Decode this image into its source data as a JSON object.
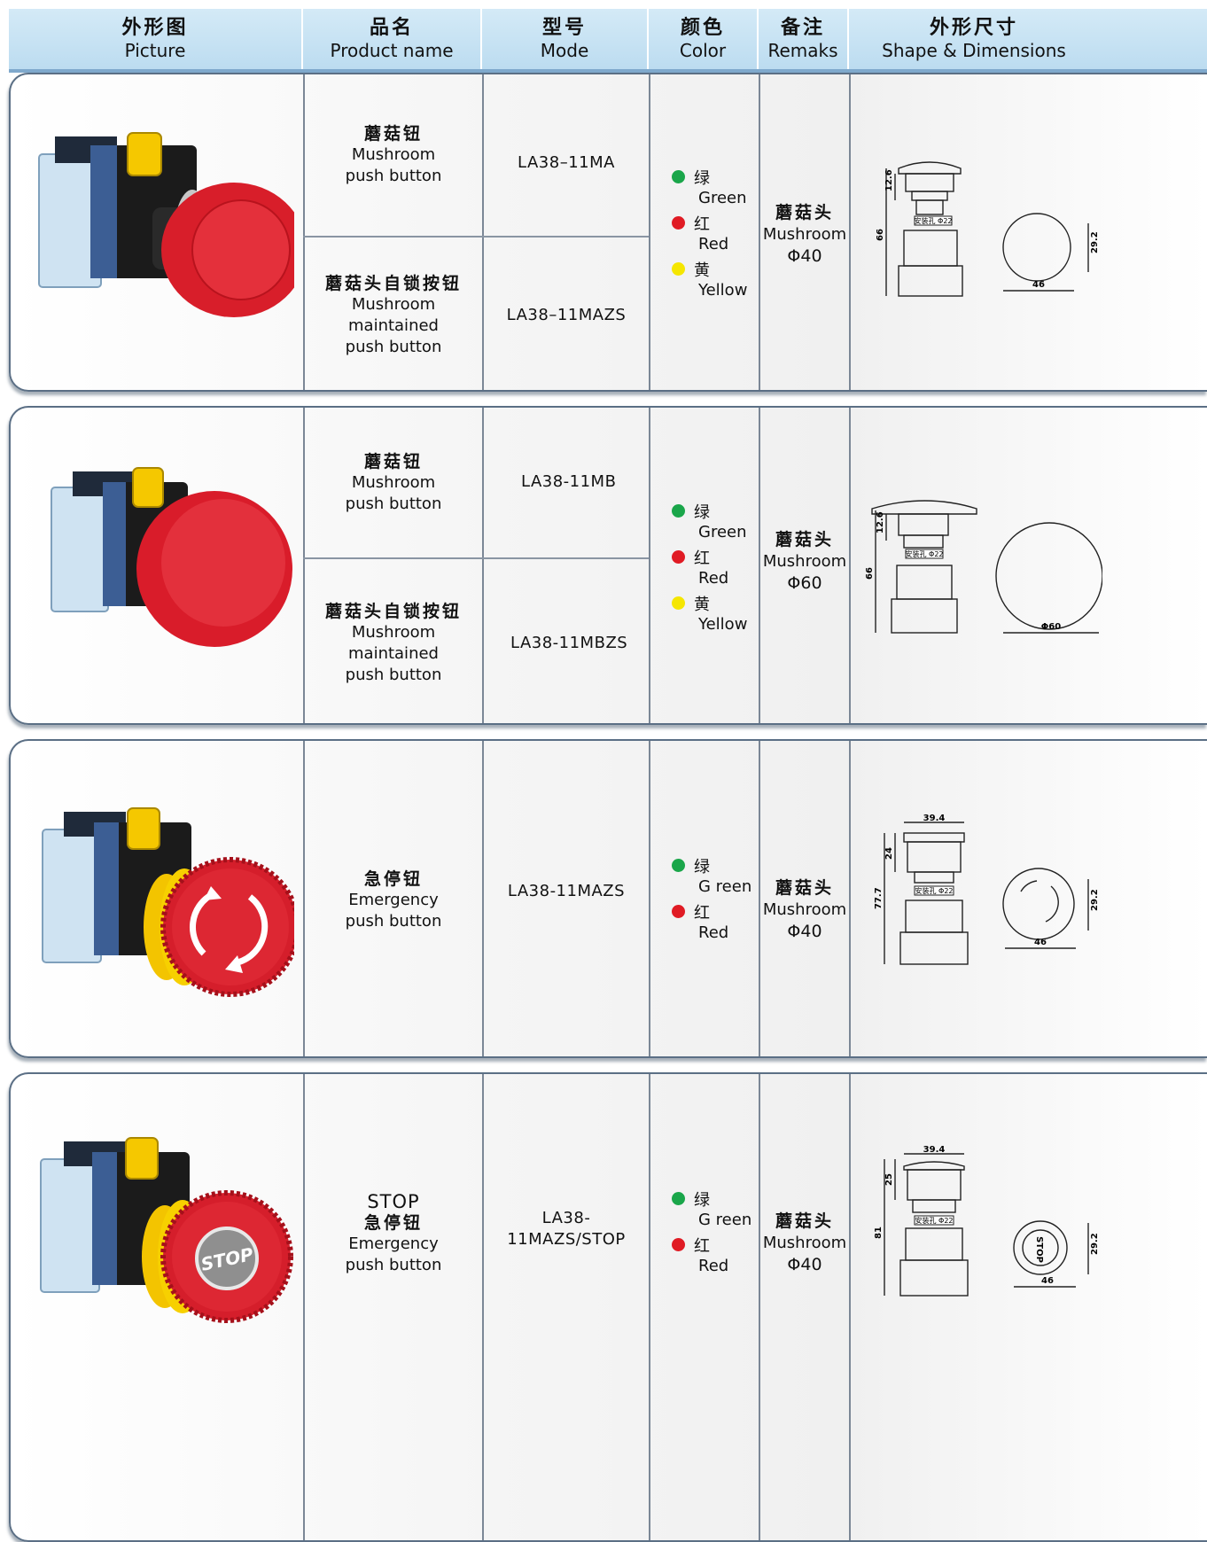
{
  "header": {
    "picture": {
      "zh": "外形图",
      "en": "Picture"
    },
    "product": {
      "zh": "品名",
      "en": "Product name"
    },
    "model": {
      "zh": "型号",
      "en": "Mode"
    },
    "color": {
      "zh": "颜色",
      "en": "Color"
    },
    "remarks": {
      "zh": "备注",
      "en": "Remaks"
    },
    "dimensions": {
      "zh": "外形尺寸",
      "en": "Shape & Dimensions"
    }
  },
  "panels": [
    {
      "products": [
        {
          "zh": "蘑菇钮",
          "en1": "Mushroom",
          "en2": "push button",
          "model": "LA38–11MA"
        },
        {
          "zh": "蘑菇头自锁按钮",
          "en1": "Mushroom maintained",
          "en2": "push button",
          "model": "LA38–11MAZS"
        }
      ],
      "colors": [
        {
          "zh": "绿",
          "en": "Green",
          "hex": "#1aa64a"
        },
        {
          "zh": "红",
          "en": "Red",
          "hex": "#e01b24"
        },
        {
          "zh": "黄",
          "en": "Yellow",
          "hex": "#f5e600"
        }
      ],
      "remarks": {
        "zh": "蘑菇头",
        "en": "Mushroom",
        "d": "Φ40"
      },
      "dims": {
        "a": "12.6",
        "b": "66",
        "c": "安装孔 Φ22",
        "w": "46",
        "h": "29.2"
      }
    },
    {
      "products": [
        {
          "zh": "蘑菇钮",
          "en1": "Mushroom",
          "en2": "push button",
          "model": "LA38-11MB"
        },
        {
          "zh": "蘑菇头自锁按钮",
          "en1": "Mushroom maintained",
          "en2": "push button",
          "model": "LA38-11MBZS"
        }
      ],
      "colors": [
        {
          "zh": "绿",
          "en": "Green",
          "hex": "#1aa64a"
        },
        {
          "zh": "红",
          "en": "Red",
          "hex": "#e01b24"
        },
        {
          "zh": "黄",
          "en": "Yellow",
          "hex": "#f5e600"
        }
      ],
      "remarks": {
        "zh": "蘑菇头",
        "en": "Mushroom",
        "d": "Φ60"
      },
      "dims": {
        "a": "12.6",
        "b": "66",
        "c": "安装孔 Φ22",
        "w": "Φ60"
      }
    },
    {
      "products": [
        {
          "zh": "急停钮",
          "en1": "Emergency",
          "en2": "push button",
          "model": "LA38-11MAZS"
        }
      ],
      "colors": [
        {
          "zh": "绿",
          "en": "G reen",
          "hex": "#1aa64a"
        },
        {
          "zh": "红",
          "en": "Red",
          "hex": "#e01b24"
        }
      ],
      "remarks": {
        "zh": "蘑菇头",
        "en": "Mushroom",
        "d": "Φ40"
      },
      "dims": {
        "top": "39.4",
        "a": "24",
        "b": "77.7",
        "c": "安装孔 Φ22",
        "w": "46",
        "h": "29.2"
      }
    },
    {
      "products": [
        {
          "stop": "STOP",
          "zh": "急停钮",
          "en1": "Emergency",
          "en2": "push button",
          "model": "LA38-11MAZS/STOP"
        }
      ],
      "colors": [
        {
          "zh": "绿",
          "en": "G reen",
          "hex": "#1aa64a"
        },
        {
          "zh": "红",
          "en": "Red",
          "hex": "#e01b24"
        }
      ],
      "remarks": {
        "zh": "蘑菇头",
        "en": "Mushroom",
        "d": "Φ40"
      },
      "dims": {
        "top": "39.4",
        "a": "25",
        "b": "81",
        "c": "安装孔 Φ22",
        "w": "46",
        "h": "29.2",
        "stop": "STOP"
      }
    }
  ]
}
